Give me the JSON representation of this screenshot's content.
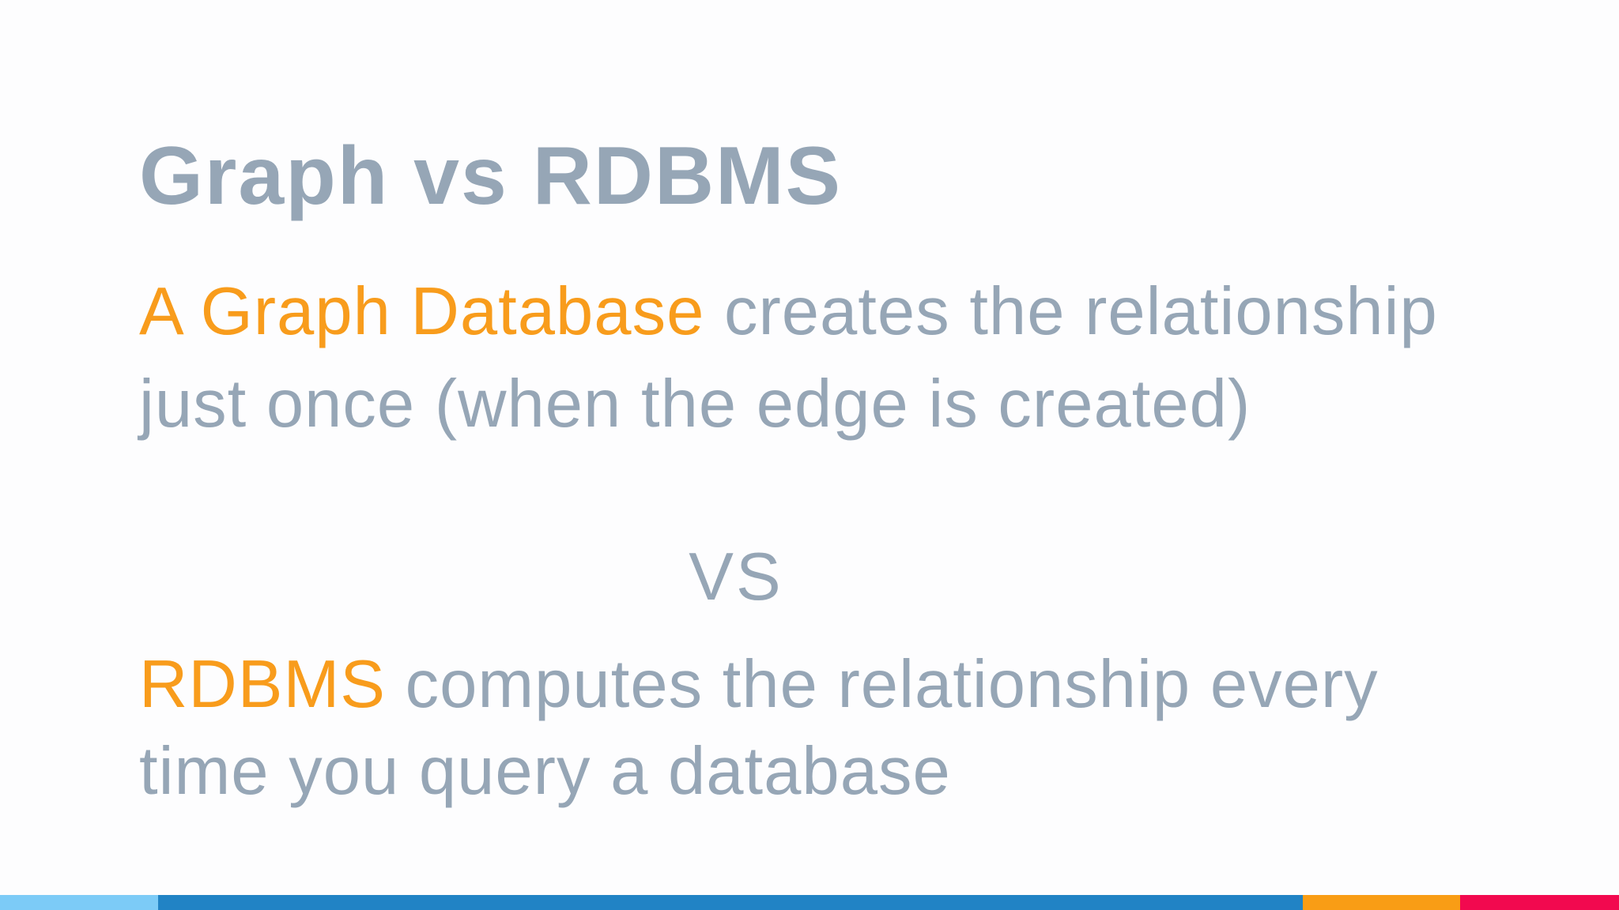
{
  "slide": {
    "title": "Graph vs RDBMS",
    "paragraph1": {
      "highlight": "A Graph Database",
      "line1_rest": " creates the relationship",
      "line2": "just once (when the edge is created)"
    },
    "separator": "VS",
    "paragraph2": {
      "highlight": "RDBMS",
      "line1_rest": " computes the relationship every",
      "line2": "time you query a database"
    }
  },
  "colors": {
    "background": "#fdfdfe",
    "text_gray": "#96a6b6",
    "accent_orange": "#f89c1c",
    "footer_light_blue": "#7ccbf7",
    "footer_blue": "#2183c5",
    "footer_orange": "#f99d15",
    "footer_pink": "#f2094f"
  },
  "footer": {
    "segments": [
      {
        "name": "light-blue",
        "color_key": "footer_light_blue"
      },
      {
        "name": "blue",
        "color_key": "footer_blue"
      },
      {
        "name": "orange",
        "color_key": "footer_orange"
      },
      {
        "name": "pink",
        "color_key": "footer_pink"
      }
    ]
  }
}
